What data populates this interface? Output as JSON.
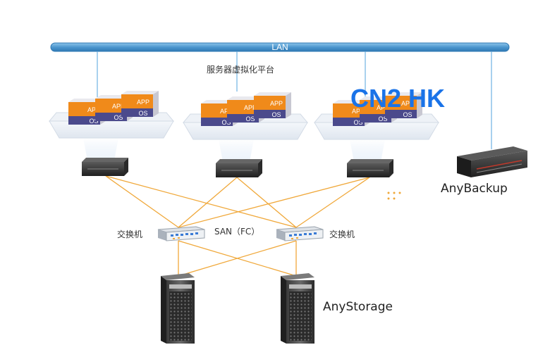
{
  "diagram": {
    "lan_label": "LAN",
    "platform_label": "服务器虚拟化平台",
    "watermark": "CN2 HK",
    "backup_label": "AnyBackup",
    "storage_label": "AnyStorage",
    "switch_left_label": "交换机",
    "switch_right_label": "交换机",
    "san_label": "SAN（FC）",
    "vm_app_label": "APP",
    "vm_os_label": "OS",
    "colors": {
      "lan_bar": "#5ba3d6",
      "vm_app": "#f08a1a",
      "vm_os": "#4b4a8c",
      "fc_link": "#f0a83a",
      "watermark": "#1a73e8"
    }
  }
}
